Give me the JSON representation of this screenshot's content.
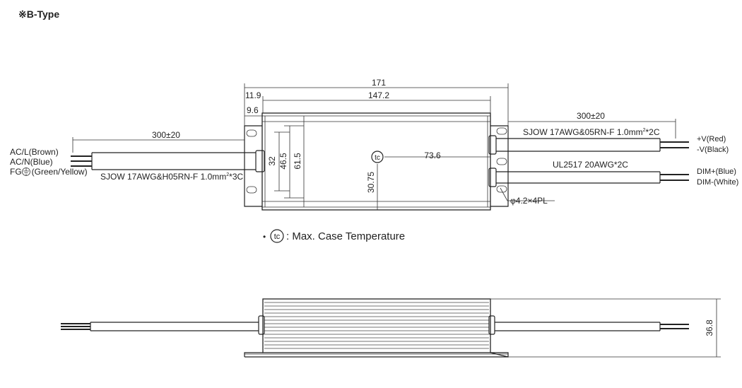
{
  "title": "※B-Type",
  "dimensions": {
    "overall_length": "171",
    "body_length": "147.2",
    "flange_offset": "11.9",
    "slot_offset": "9.6",
    "cable_length_input": "300±20",
    "cable_length_output": "300±20",
    "dim_32": "32",
    "dim_46_5": "46.5",
    "dim_61_5": "61.5",
    "dim_30_75": "30.75",
    "dim_73_6": "73.6",
    "height": "36.8",
    "mount_hole": "φ4.2×4PL"
  },
  "cables": {
    "input_spec": "SJOW 17AWG&H05RN-F 1.0mm",
    "input_spec_sup": "2",
    "input_spec_suffix": "*3C",
    "output_spec": "SJOW 17AWG&05RN-F 1.0mm",
    "output_spec_sup": "2",
    "output_spec_suffix": "*2C",
    "dim_spec": "UL2517 20AWG*2C"
  },
  "wires": {
    "ac_l": "AC/L(Brown)",
    "ac_n": "AC/N(Blue)",
    "fg_prefix": "FG",
    "fg_suffix": "(Green/Yellow)",
    "v_pos": "+V(Red)",
    "v_neg": "-V(Black)",
    "dim_pos": "DIM+(Blue)",
    "dim_neg": "DIM-(White)"
  },
  "tc": {
    "symbol": "tc",
    "bullet": "•",
    "note": ": Max. Case Temperature"
  }
}
